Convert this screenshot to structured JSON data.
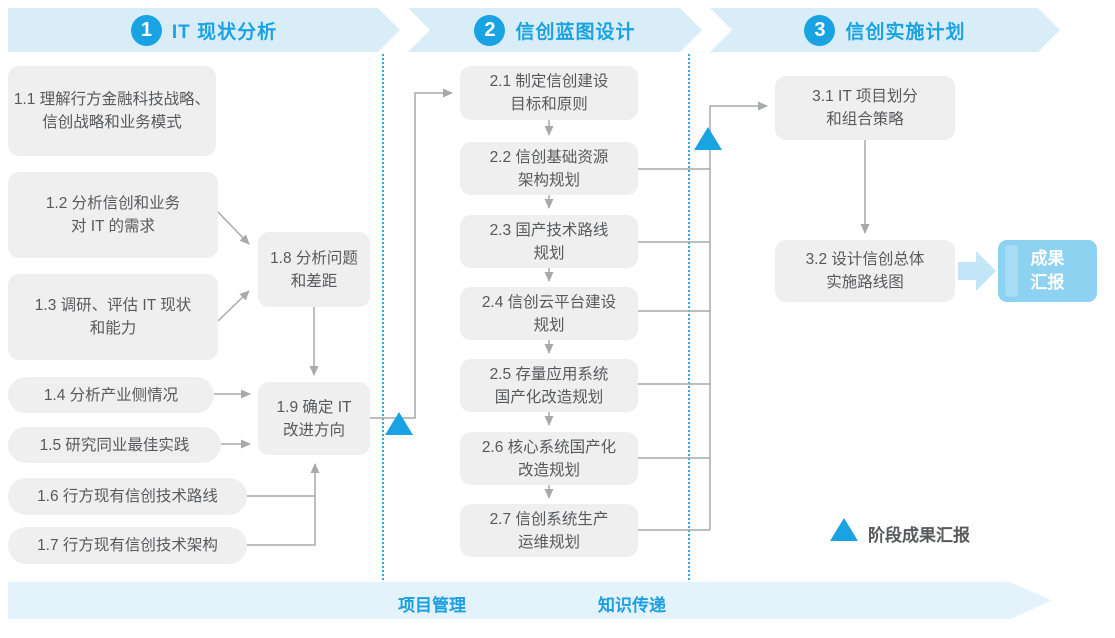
{
  "colors": {
    "accent_blue": "#19A3E3",
    "banner_bg": "#D9EDF9",
    "box_bg": "#EFEFEF",
    "box_text": "#58595B",
    "connector_gray": "#A7A9AC",
    "result_box_bg": "#8DD2F1",
    "block_arrow_blue": "#C2E6F8",
    "bottom_banner_bg": "#E4F3FB"
  },
  "phases": [
    {
      "number": "1",
      "title": "IT 现状分析"
    },
    {
      "number": "2",
      "title": "信创蓝图设计"
    },
    {
      "number": "3",
      "title": "信创实施计划"
    }
  ],
  "phase1_boxes": [
    {
      "lines": [
        "1.1 理解行方金融科技战略、",
        "信创战略和业务模式"
      ]
    },
    {
      "lines": [
        "1.2 分析信创和业务",
        "对 IT 的需求"
      ]
    },
    {
      "lines": [
        "1.3 调研、评估 IT 现状",
        "和能力"
      ]
    },
    {
      "lines": [
        "1.4 分析产业侧情况"
      ]
    },
    {
      "lines": [
        "1.5 研究同业最佳实践"
      ]
    },
    {
      "lines": [
        "1.6 行方现有信创技术路线"
      ]
    },
    {
      "lines": [
        "1.7 行方现有信创技术架构"
      ]
    },
    {
      "lines": [
        "1.8 分析问题",
        "和差距"
      ]
    },
    {
      "lines": [
        "1.9 确定 IT",
        "改进方向"
      ]
    }
  ],
  "phase2_boxes": [
    {
      "lines": [
        "2.1 制定信创建设",
        "目标和原则"
      ]
    },
    {
      "lines": [
        "2.2 信创基础资源",
        "架构规划"
      ]
    },
    {
      "lines": [
        "2.3 国产技术路线",
        "规划"
      ]
    },
    {
      "lines": [
        "2.4 信创云平台建设",
        "规划"
      ]
    },
    {
      "lines": [
        "2.5 存量应用系统",
        "国产化改造规划"
      ]
    },
    {
      "lines": [
        "2.6 核心系统国产化",
        "改造规划"
      ]
    },
    {
      "lines": [
        "2.7 信创系统生产",
        "运维规划"
      ]
    }
  ],
  "phase3_boxes": [
    {
      "lines": [
        "3.1 IT 项目划分",
        "和组合策略"
      ]
    },
    {
      "lines": [
        "3.2 设计信创总体",
        "实施路线图"
      ]
    }
  ],
  "result_box": {
    "lines": [
      "成果",
      "汇报"
    ]
  },
  "legend": {
    "label": "阶段成果汇报"
  },
  "bottom_banner": {
    "items": [
      "项目管理",
      "知识传递"
    ]
  }
}
